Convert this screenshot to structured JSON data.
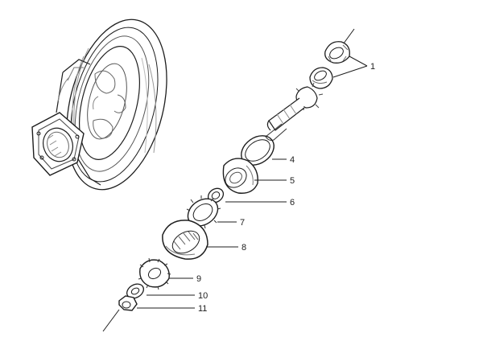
{
  "callouts": [
    {
      "id": "1",
      "label": "1"
    },
    {
      "id": "4",
      "label": "4"
    },
    {
      "id": "5",
      "label": "5"
    },
    {
      "id": "6",
      "label": "6"
    },
    {
      "id": "7",
      "label": "7"
    },
    {
      "id": "8",
      "label": "8"
    },
    {
      "id": "9",
      "label": "9"
    },
    {
      "id": "10",
      "label": "10"
    },
    {
      "id": "11",
      "label": "11"
    }
  ],
  "colors": {
    "line": "#1e1e1e",
    "shade": "#9a9a9a",
    "fill": "#ffffff"
  }
}
